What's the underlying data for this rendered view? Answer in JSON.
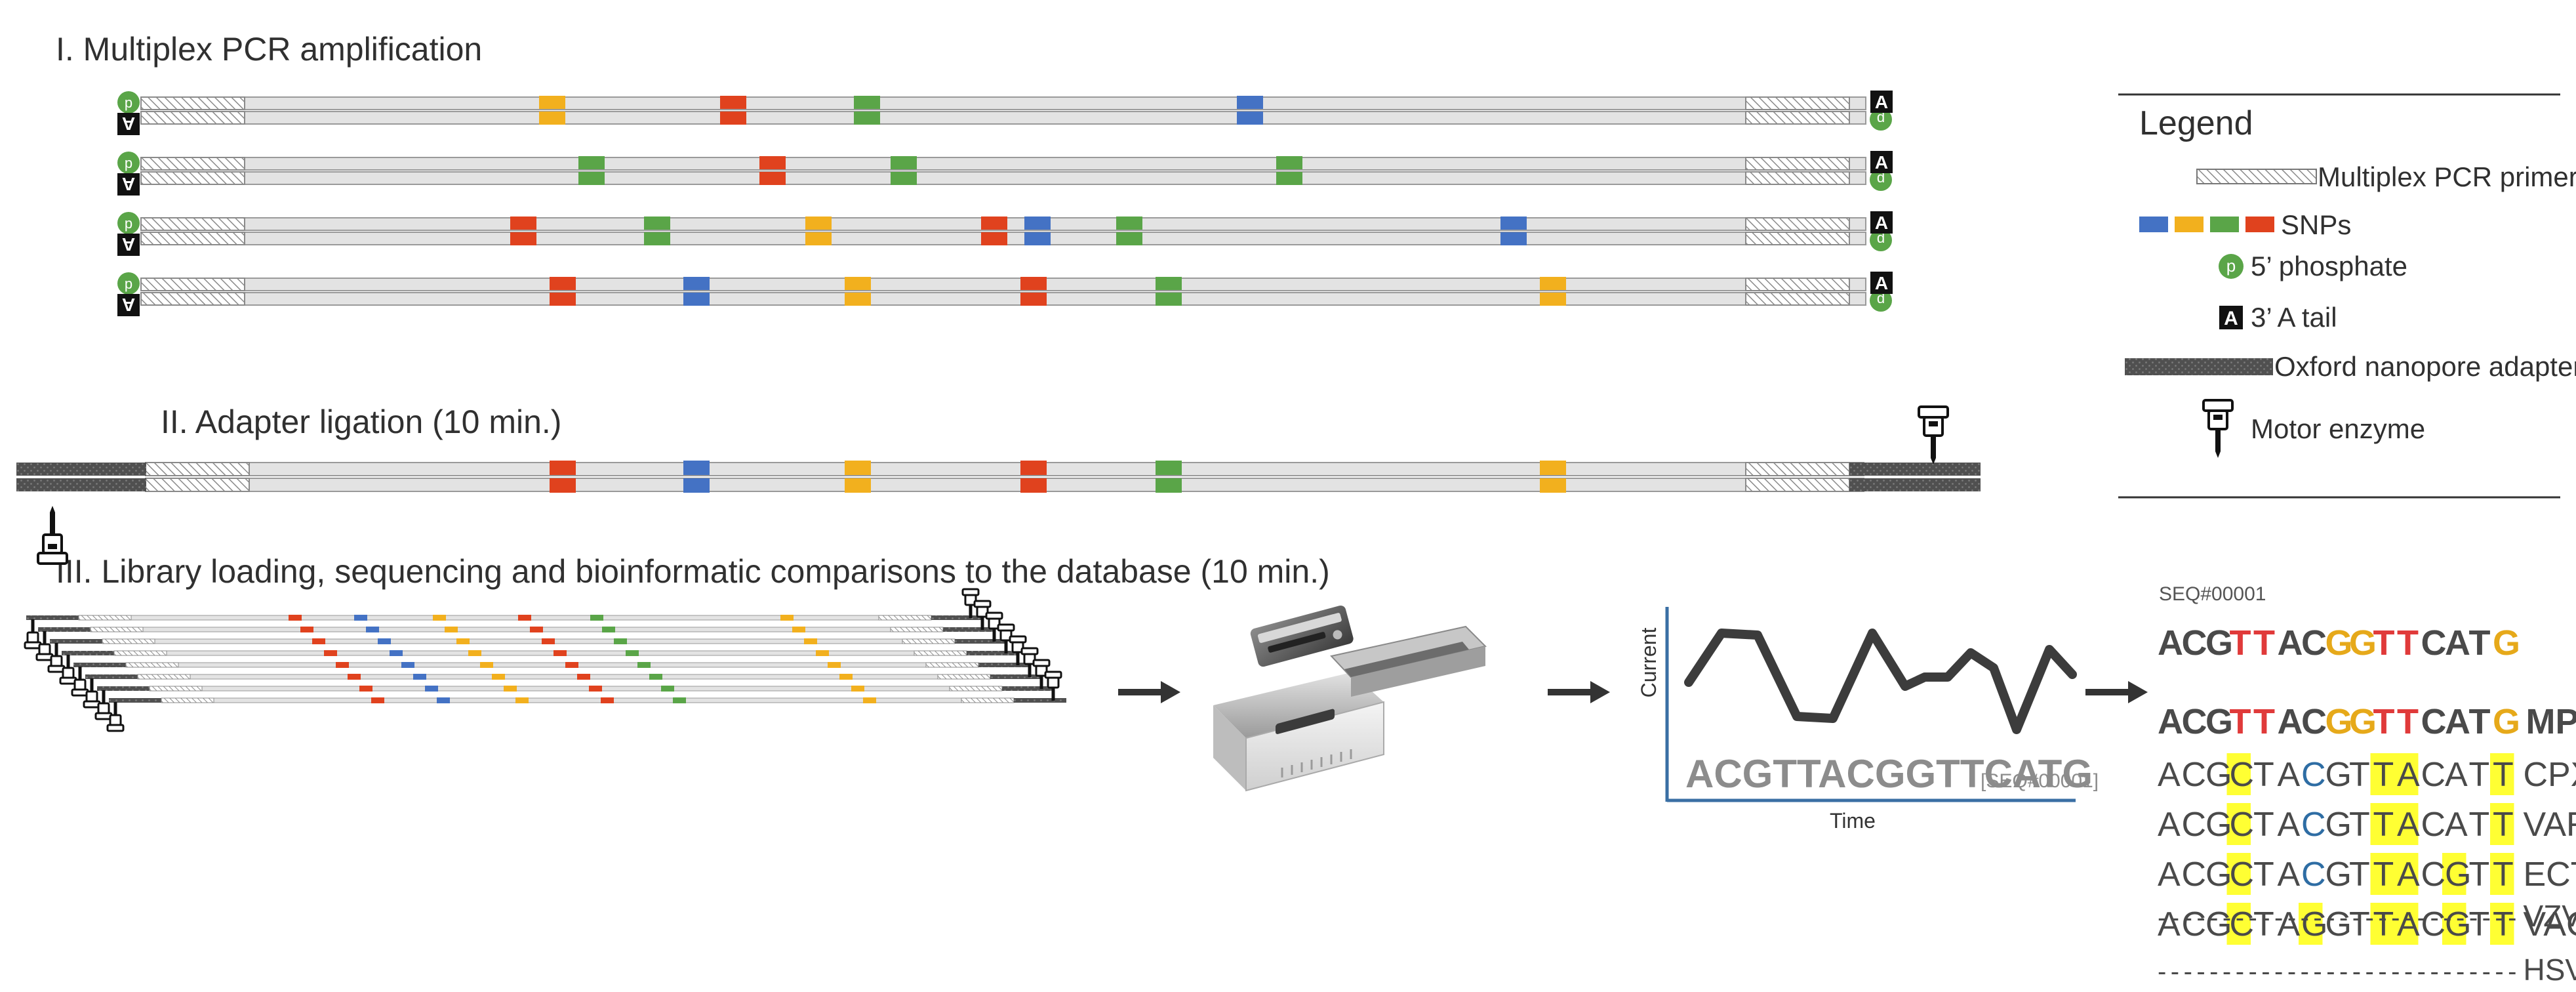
{
  "sections": {
    "pcr_title": "I. Multiplex PCR amplification",
    "ligation_title": "II. Adapter ligation (10 min.)",
    "sequencing_title": "III. Library loading, sequencing and bioinformatic comparisons to the database (10 min.)"
  },
  "legend": {
    "title": "Legend",
    "items": [
      {
        "icon": "hatched-primer-icon",
        "label": "Multiplex PCR primer"
      },
      {
        "icon": "snp-color-blocks-icon",
        "label": "SNPs"
      },
      {
        "icon": "phosphate-circle-icon",
        "label": "5’ phosphate"
      },
      {
        "icon": "a-tail-square-icon",
        "label": "3’ A tail"
      },
      {
        "icon": "adapter-bar-icon",
        "label": "Oxford nanopore adapter"
      },
      {
        "icon": "motor-enzyme-icon",
        "label": "Motor enzyme"
      }
    ]
  },
  "markers": {
    "phosphate": "p",
    "a_tail": "A"
  },
  "snp_colors": {
    "blue": "#4472c4",
    "yellow": "#f2b01e",
    "green": "#5aa548",
    "red": "#e0421e"
  },
  "signal_plot": {
    "ylabel": "Current",
    "xlabel": "Time",
    "sequence": "ACGTTACGGTTCATG",
    "read_id": "[SEQ#00001]"
  },
  "alignment": {
    "read_id": "SEQ#00001",
    "read_bases": [
      "A",
      "C",
      "G",
      "T",
      "T",
      "A",
      "C",
      "G",
      "G",
      "T",
      "T",
      "C",
      "A",
      "T",
      "G"
    ],
    "query_bases": [
      "A",
      "C",
      "G",
      "T",
      "T",
      "A",
      "C",
      "G",
      "G",
      "T",
      "T",
      "C",
      "A",
      "T",
      "G"
    ],
    "query_label": "MPX",
    "rows": [
      {
        "bases": [
          "A",
          "C",
          "G",
          "C",
          "T",
          "A",
          "C",
          "G",
          "T",
          "T",
          "A",
          "C",
          "A",
          "T",
          "T"
        ],
        "label": "CPX"
      },
      {
        "bases": [
          "A",
          "C",
          "G",
          "C",
          "T",
          "A",
          "C",
          "G",
          "T",
          "T",
          "A",
          "C",
          "A",
          "T",
          "T"
        ],
        "label": "VAR"
      },
      {
        "bases": [
          "A",
          "C",
          "G",
          "C",
          "T",
          "A",
          "C",
          "G",
          "T",
          "T",
          "A",
          "C",
          "G",
          "T",
          "T"
        ],
        "label": "ECT"
      },
      {
        "bases": [
          "A",
          "C",
          "G",
          "C",
          "T",
          "A",
          "G",
          "G",
          "T",
          "T",
          "A",
          "C",
          "G",
          "T",
          "T"
        ],
        "label": "VAC"
      }
    ],
    "gap_rows": [
      {
        "dashes": "----------------------------",
        "label": "VZV"
      },
      {
        "dashes": "----------------------------",
        "label": "HSV"
      }
    ]
  }
}
